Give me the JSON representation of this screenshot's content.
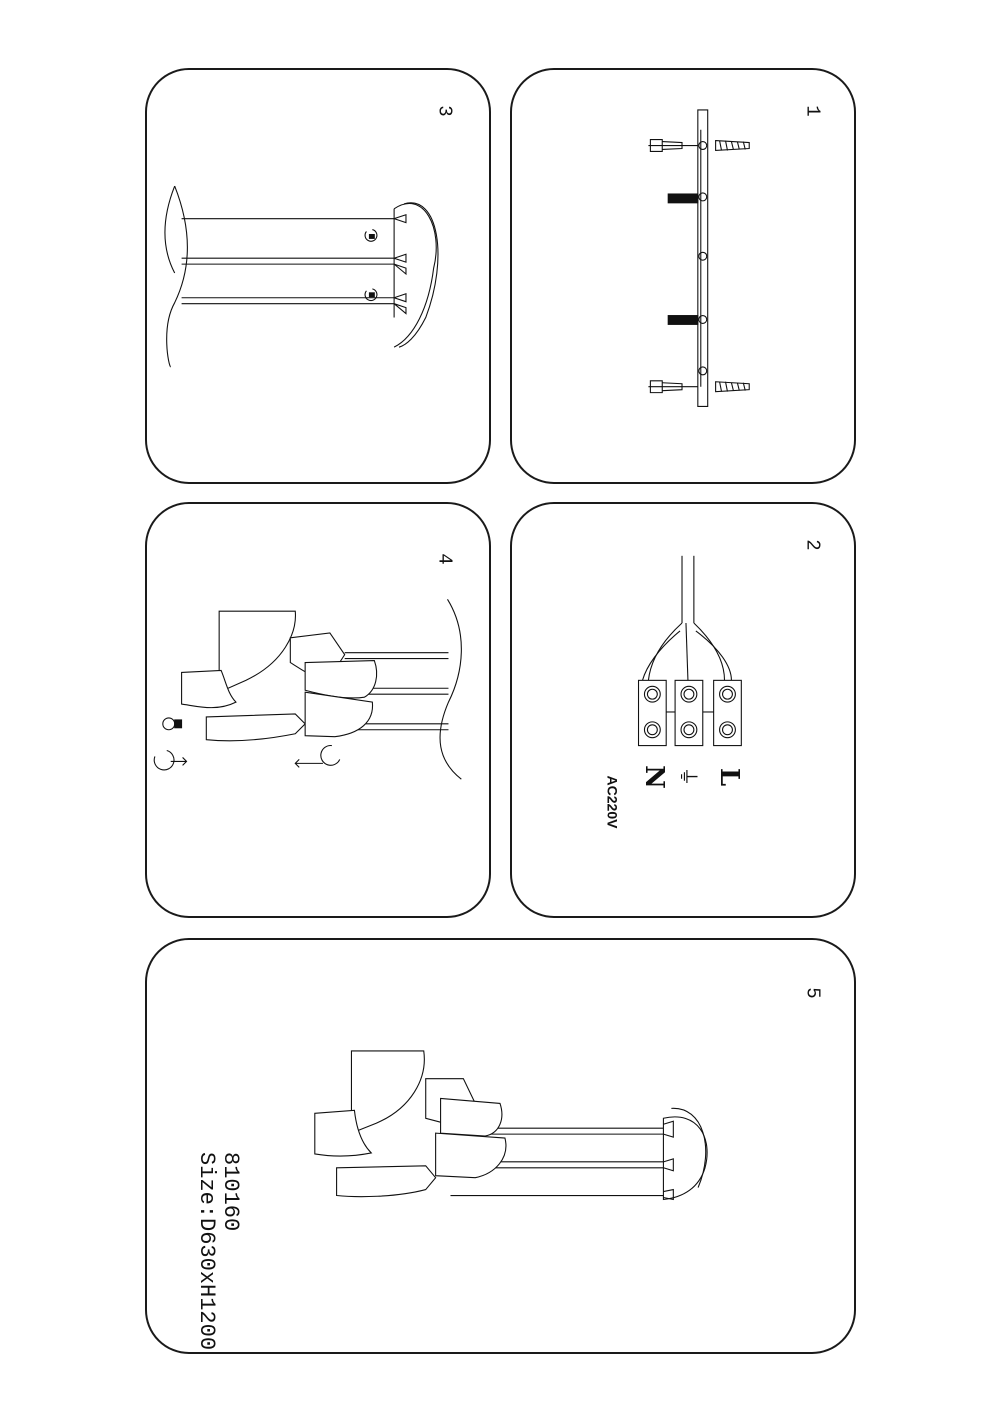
{
  "panels": {
    "p1": {
      "step": "1"
    },
    "p2": {
      "step": "2",
      "labels": {
        "live": "L",
        "earth": "⏚",
        "neutral": "N"
      },
      "voltage": "AC220V"
    },
    "p3": {
      "step": "3"
    },
    "p4": {
      "step": "4"
    },
    "p5": {
      "step": "5",
      "model": "810160",
      "size": "Size:D630xH1200"
    }
  }
}
